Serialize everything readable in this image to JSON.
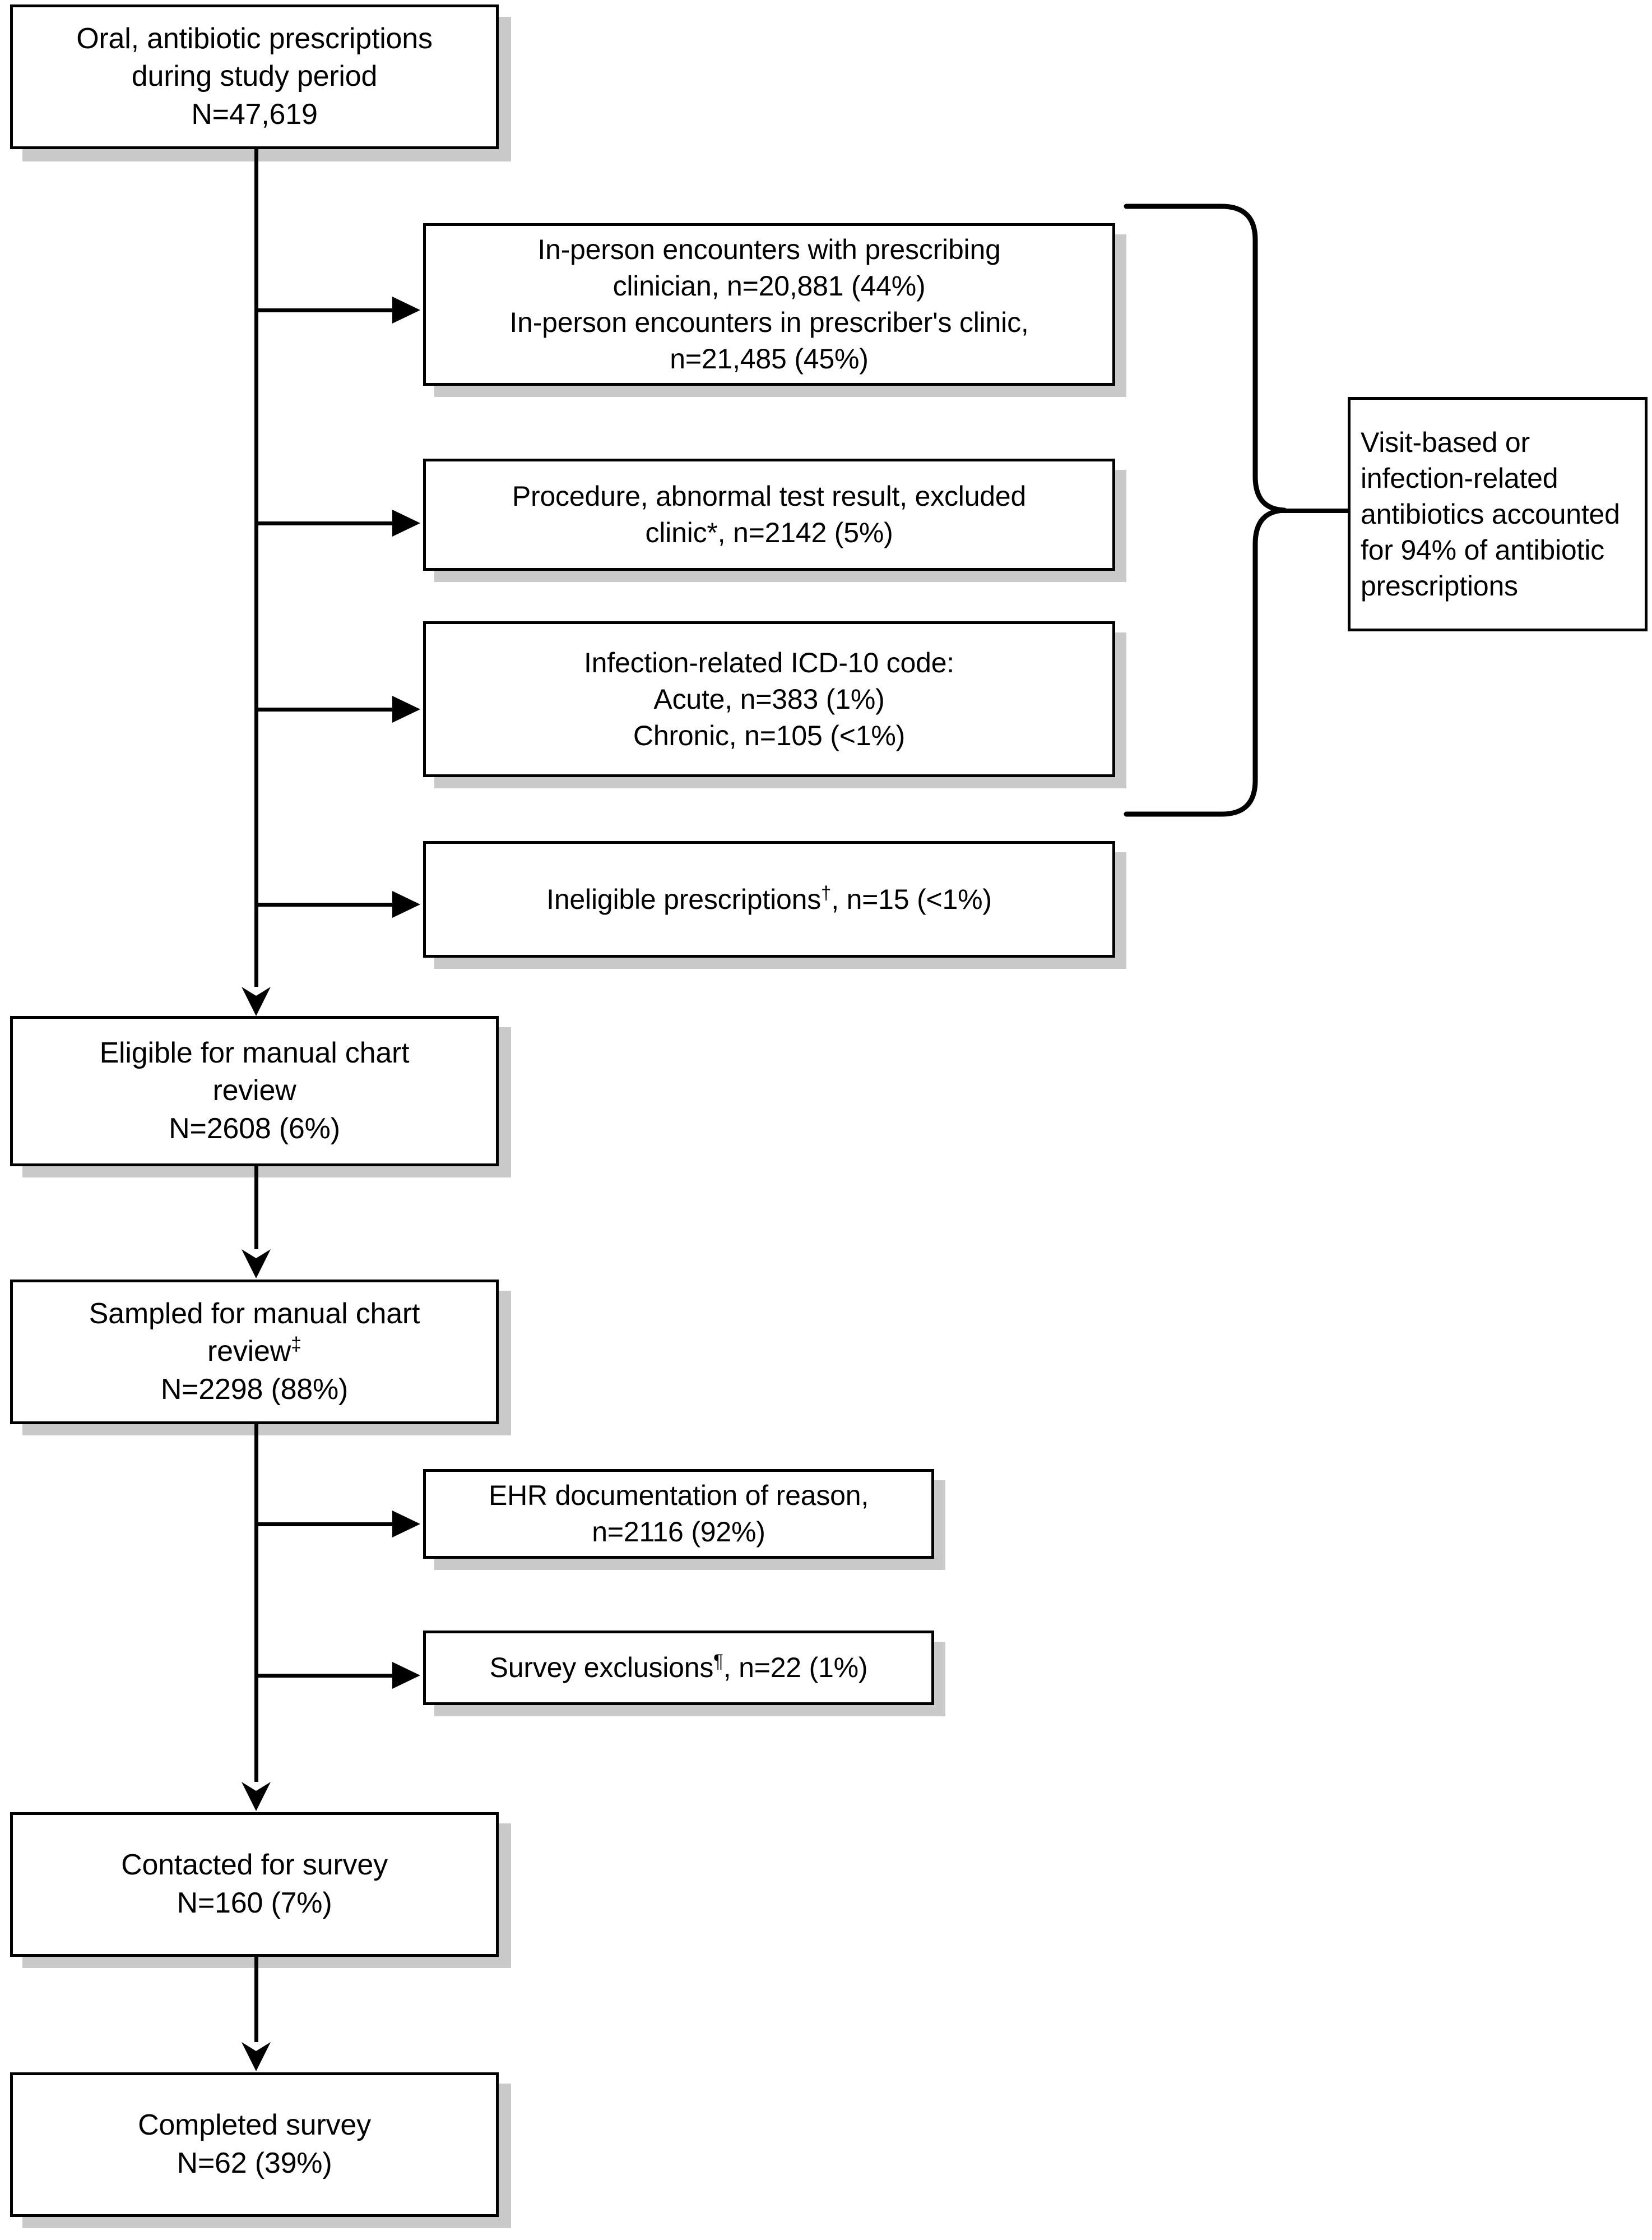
{
  "figure": {
    "type": "flowchart",
    "title": "Study cohort flow diagram of oral antibiotic prescriptions"
  },
  "nodes": {
    "source": {
      "line1": "Oral, antibiotic prescriptions",
      "line2": "during study period",
      "line3": "N=47,619"
    },
    "exclusion_1": {
      "line1": "In-person encounters with prescribing",
      "line2": "clinician, n=20,881 (44%)",
      "line3": "In-person encounters in prescriber's clinic,",
      "line4": "n=21,485 (45%)"
    },
    "exclusion_2": {
      "line1": "Procedure, abnormal test result, excluded",
      "line2": "clinic*, n=2142 (5%)"
    },
    "exclusion_3": {
      "line1": "Infection-related ICD-10 code:",
      "line2": "Acute, n=383 (1%)",
      "line3": "Chronic, n=105 (<1%)"
    },
    "exclusion_4": {
      "prefix": "Ineligible prescriptions",
      "marker": "†",
      "suffix": ", n=15 (<1%)"
    },
    "eligible": {
      "line1": "Eligible for manual chart",
      "line2": "review",
      "line3": "N=2608 (6%)"
    },
    "sampled": {
      "line1": "Sampled for manual chart",
      "line2_prefix": "review",
      "line2_marker": "‡",
      "line3": "N=2298 (88%)"
    },
    "exclusion_5": {
      "line1": "EHR documentation of reason,",
      "line2": "n=2116 (92%)"
    },
    "exclusion_6": {
      "prefix": "Survey exclusions",
      "marker": "¶",
      "suffix": ", n=22 (1%)"
    },
    "contacted": {
      "line1": "Contacted for survey",
      "line2": "N=160 (7%)"
    },
    "completed": {
      "line1": "Completed survey",
      "line2": "N=62 (39%)"
    },
    "annotation": {
      "line1": "Visit-based or",
      "line2": "infection-related",
      "line3": "antibiotics accounted",
      "line4": "for 94% of antibiotic",
      "line5": "prescriptions"
    }
  },
  "chart_data": {
    "type": "flowchart",
    "title": "Study cohort flow diagram",
    "steps": [
      {
        "id": "source",
        "label": "Oral, antibiotic prescriptions during study period",
        "n": 47619,
        "n_label": "N=47,619",
        "percent": null
      },
      {
        "id": "eligible",
        "label": "Eligible for manual chart review",
        "n": 2608,
        "n_label": "N=2608 (6%)",
        "percent": 6
      },
      {
        "id": "sampled",
        "label": "Sampled for manual chart review‡",
        "n": 2298,
        "n_label": "N=2298 (88%)",
        "percent": 88
      },
      {
        "id": "contacted",
        "label": "Contacted for survey",
        "n": 160,
        "n_label": "N=160 (7%)",
        "percent": 7
      },
      {
        "id": "completed",
        "label": "Completed survey",
        "n": 62,
        "n_label": "N=62 (39%)",
        "percent": 39
      }
    ],
    "exclusions": [
      {
        "from": "source",
        "label": "In-person encounters with prescribing clinician",
        "n": 20881,
        "n_label": "n=20,881 (44%)",
        "percent": 44
      },
      {
        "from": "source",
        "label": "In-person encounters in prescriber's clinic",
        "n": 21485,
        "n_label": "n=21,485 (45%)",
        "percent": 45
      },
      {
        "from": "source",
        "label": "Procedure, abnormal test result, excluded clinic*",
        "n": 2142,
        "n_label": "n=2142 (5%)",
        "percent": 5
      },
      {
        "from": "source",
        "label": "Infection-related ICD-10 code: Acute",
        "n": 383,
        "n_label": "n=383 (1%)",
        "percent": 1
      },
      {
        "from": "source",
        "label": "Infection-related ICD-10 code: Chronic",
        "n": 105,
        "n_label": "n=105 (<1%)",
        "percent": 0.5
      },
      {
        "from": "source",
        "label": "Ineligible prescriptions†",
        "n": 15,
        "n_label": "n=15 (<1%)",
        "percent": 0.5
      },
      {
        "from": "sampled",
        "label": "EHR documentation of reason",
        "n": 2116,
        "n_label": "n=2116 (92%)",
        "percent": 92
      },
      {
        "from": "sampled",
        "label": "Survey exclusions¶",
        "n": 22,
        "n_label": "n=22 (1%)",
        "percent": 1
      }
    ],
    "annotations": [
      {
        "text": "Visit-based or infection-related antibiotics accounted for 94% of antibiotic prescriptions",
        "percent": 94,
        "braces": [
          "In-person encounters",
          "Procedure, abnormal test result, excluded clinic*",
          "Infection-related ICD-10 code"
        ]
      }
    ]
  }
}
